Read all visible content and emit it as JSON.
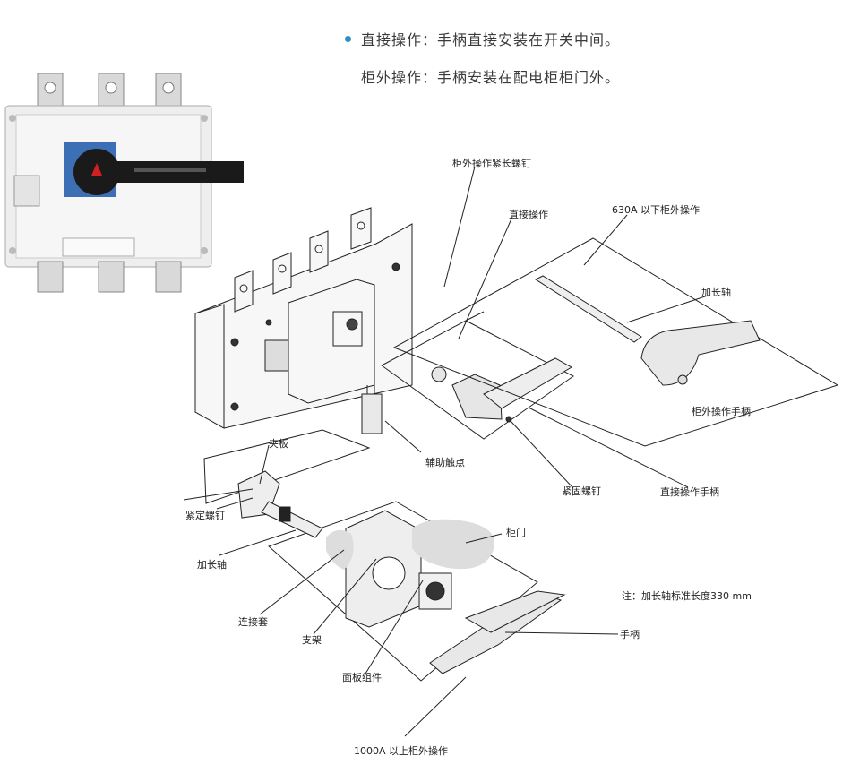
{
  "header": {
    "line1": "直接操作：手柄直接安装在开关中间。",
    "line2": "柜外操作：手柄安装在配电柜柜门外。"
  },
  "labels": {
    "screw_long": "柜外操作紧长螺钉",
    "direct_op": "直接操作",
    "below_630": "630A 以下柜外操作",
    "ext_shaft_top": "加长轴",
    "ext_handle": "柜外操作手柄",
    "aux_contact": "辅助触点",
    "fix_screw": "紧固螺钉",
    "direct_handle": "直接操作手柄",
    "clamp": "夹板",
    "set_screw": "紧定螺钉",
    "ext_shaft_bottom": "加长轴",
    "cabinet_door": "柜门",
    "note": "注：加长轴标准长度330 mm",
    "coupling": "连接套",
    "bracket": "支架",
    "handle": "手柄",
    "panel": "面板组件",
    "above_1000": "1000A 以上柜外操作"
  },
  "colors": {
    "bullet": "#2b8ec9",
    "line": "#222222",
    "device": "#f2f2f2",
    "handle": "#1a1a1a",
    "accent_blue": "#3d6fb5"
  }
}
